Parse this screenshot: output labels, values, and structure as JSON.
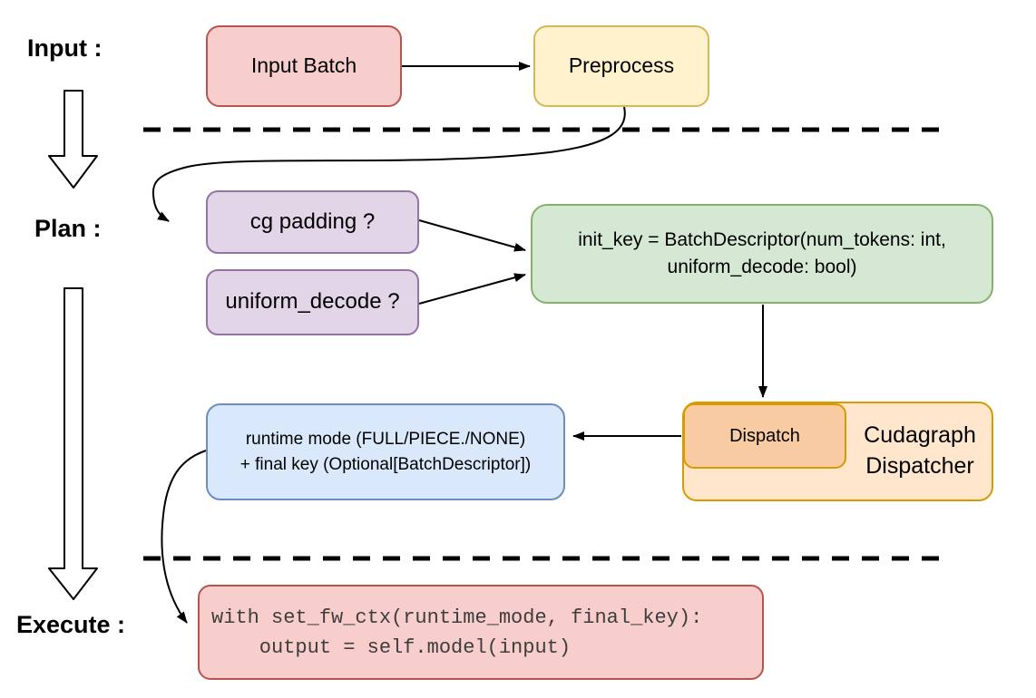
{
  "stages": {
    "input": {
      "label": "Input :"
    },
    "plan": {
      "label": "Plan :"
    },
    "execute": {
      "label": "Execute :"
    }
  },
  "nodes": {
    "input_batch": {
      "label": "Input Batch",
      "fill": "#F8CECC",
      "stroke": "#B85450"
    },
    "preprocess": {
      "label": "Preprocess",
      "fill": "#FFF2CC",
      "stroke": "#D6B656"
    },
    "cg_padding": {
      "label": "cg padding ?",
      "fill": "#E1D5E7",
      "stroke": "#9673A6"
    },
    "uniform_decode": {
      "label": "uniform_decode ?",
      "fill": "#E1D5E7",
      "stroke": "#9673A6"
    },
    "init_key": {
      "line1": "init_key = BatchDescriptor(num_tokens: int,",
      "line2": "uniform_decode: bool)",
      "fill": "#D5E8D4",
      "stroke": "#82B366"
    },
    "dispatch": {
      "label": "Dispatch",
      "fill": "#F8CBA3",
      "stroke": "#D79B00"
    },
    "cudagraph_dispatcher": {
      "line1": "Cudagraph",
      "line2": "Dispatcher",
      "fill": "#FFE6CC",
      "stroke": "#D79B00"
    },
    "runtime_mode": {
      "line1": "runtime mode (FULL/PIECE./NONE)",
      "line2": "+ final key (Optional[BatchDescriptor])",
      "fill": "#DAE8FC",
      "stroke": "#6C8EBF"
    },
    "execute_code": {
      "line1": "with set_fw_ctx(runtime_mode, final_key):",
      "line2": "    output = self.model(input)",
      "fill": "#F8CECC",
      "stroke": "#B85450"
    }
  },
  "edges": [
    {
      "from": "input_batch",
      "to": "preprocess",
      "style": "solid-arrow"
    },
    {
      "from": "preprocess",
      "to": "cg_padding",
      "style": "curved-arrow"
    },
    {
      "from": "cg_padding",
      "to": "init_key",
      "style": "solid-arrow"
    },
    {
      "from": "uniform_decode",
      "to": "init_key",
      "style": "solid-arrow"
    },
    {
      "from": "init_key",
      "to": "dispatch",
      "style": "solid-arrow"
    },
    {
      "from": "dispatch",
      "to": "runtime_mode",
      "style": "solid-arrow"
    },
    {
      "from": "runtime_mode",
      "to": "execute_code",
      "style": "curved-arrow"
    },
    {
      "from": "stage_input",
      "to": "stage_plan",
      "style": "hollow-arrow"
    },
    {
      "from": "stage_plan",
      "to": "stage_execute",
      "style": "hollow-arrow"
    }
  ],
  "separators": [
    {
      "type": "dashed-line",
      "between": [
        "input",
        "plan"
      ]
    },
    {
      "type": "dashed-line",
      "between": [
        "plan",
        "execute"
      ]
    }
  ],
  "colors": {
    "connector": "#000000",
    "background": "#ffffff",
    "code_text": "#3d3d3d"
  }
}
